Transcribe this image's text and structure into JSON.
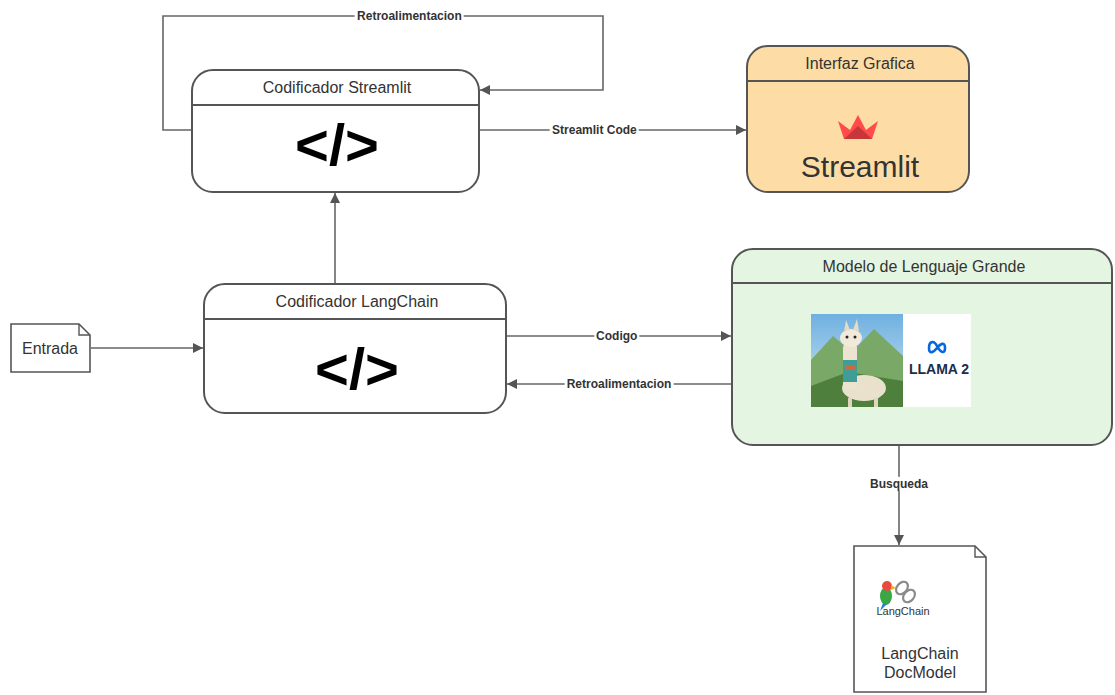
{
  "diagram": {
    "nodes": [
      {
        "text": [
          "Codificador Streamlit",
          "</>"
        ]
      },
      {
        "text": [
          "Interfaz Grafica",
          "Streamlit"
        ]
      },
      {
        "text": [
          "Codificador LangChain",
          "</>"
        ]
      },
      {
        "text": [
          "Modelo de Lenguaje Grande",
          "LLAMA 2"
        ]
      },
      {
        "text": [
          "Entrada"
        ]
      },
      {
        "text": [
          "LangChain",
          "LangChain DocModel"
        ]
      }
    ],
    "edges": [
      {
        "from": 0,
        "to": 0,
        "label": "Retroalimentacion",
        "arrow": "to"
      },
      {
        "from": 0,
        "to": 1,
        "label": "Streamlit Code",
        "arrow": "to"
      },
      {
        "from": 4,
        "to": 2,
        "arrow": "to"
      },
      {
        "from": 2,
        "to": 0,
        "arrow": "to"
      },
      {
        "from": 2,
        "to": 3,
        "label": "Codigo",
        "arrow": "to"
      },
      {
        "from": 3,
        "to": 2,
        "label": "Retroalimentacion",
        "arrow": "to"
      },
      {
        "from": 3,
        "to": 5,
        "label": "Busqueda",
        "arrow": "to"
      }
    ]
  }
}
